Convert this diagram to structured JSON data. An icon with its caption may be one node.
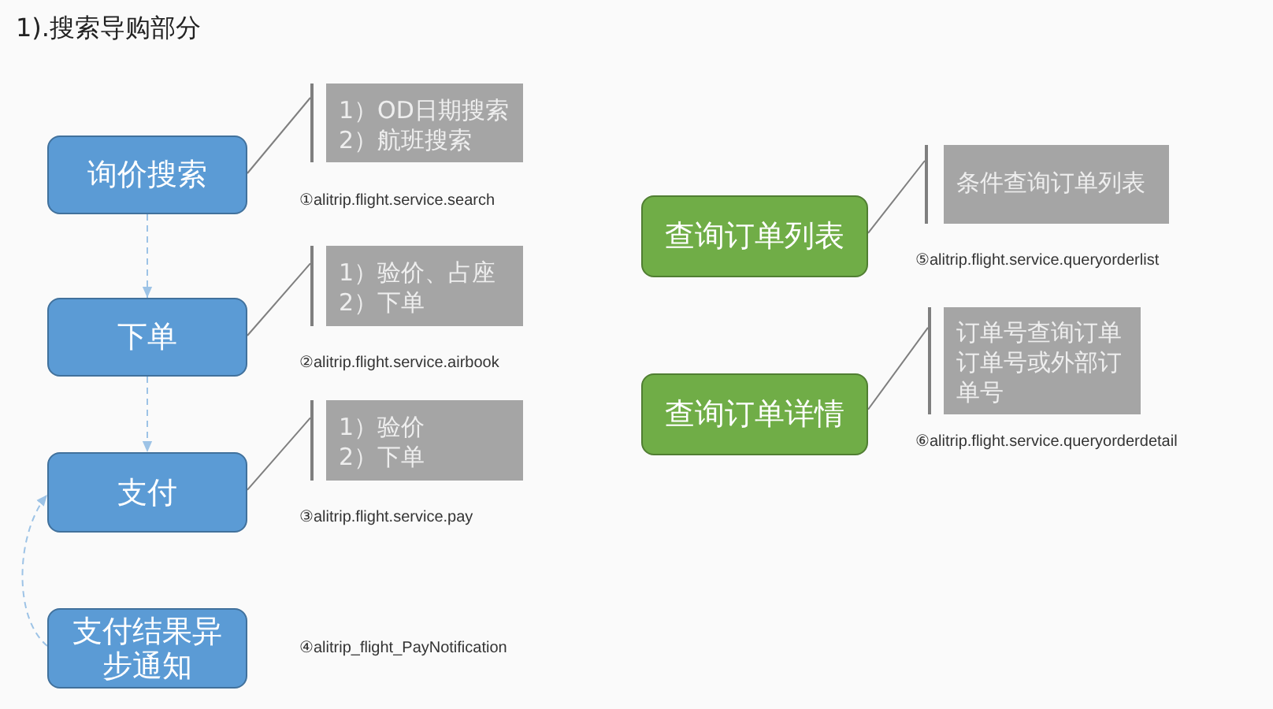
{
  "diagram": {
    "title": "1).搜索导购部分",
    "nodes": [
      {
        "text": [
          "询价搜索"
        ]
      },
      {
        "text": [
          "1）OD日期搜索",
          "2）航班搜索"
        ]
      },
      {
        "text": [
          "下单"
        ]
      },
      {
        "text": [
          "1）验价、占座",
          "2）下单"
        ]
      },
      {
        "text": [
          "支付"
        ]
      },
      {
        "text": [
          "1）验价",
          "2）下单"
        ]
      },
      {
        "text": [
          "支付结果异步通知"
        ]
      },
      {
        "text": [
          "查询订单列表"
        ]
      },
      {
        "text": [
          "条件查询订单列表"
        ]
      },
      {
        "text": [
          "查询订单详情"
        ]
      },
      {
        "text": [
          "订单号查询订单",
          "订单号或外部订单号"
        ]
      }
    ],
    "edges": [
      {
        "from": 0,
        "to": 2,
        "arrow": "to",
        "style": "dashed",
        "color": "#9dc3e6"
      },
      {
        "from": 2,
        "to": 4,
        "arrow": "to",
        "style": "dashed",
        "color": "#9dc3e6"
      },
      {
        "from": 6,
        "to": 4,
        "arrow": "to",
        "style": "dashed",
        "color": "#9dc3e6"
      },
      {
        "from": 0,
        "to": 1,
        "arrow": "none"
      },
      {
        "from": 2,
        "to": 3,
        "arrow": "none"
      },
      {
        "from": 4,
        "to": 5,
        "arrow": "none"
      },
      {
        "from": 7,
        "to": 8,
        "arrow": "none"
      },
      {
        "from": 9,
        "to": 10,
        "arrow": "none"
      }
    ],
    "labels": [
      "①alitrip.flight.service.search",
      "②alitrip.flight.service.airbook",
      "③alitrip.flight.service.pay",
      "④alitrip_flight_PayNotification",
      "⑤alitrip.flight.service.queryorderlist",
      "⑥alitrip.flight.service.queryorderdetail"
    ]
  }
}
